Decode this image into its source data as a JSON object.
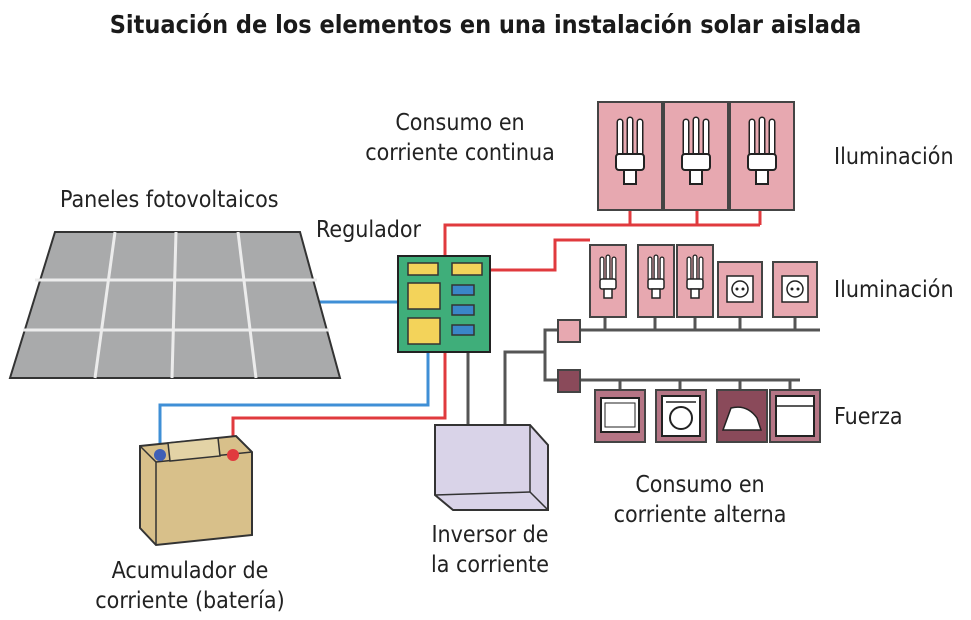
{
  "title": "Situación de los elementos en una instalación solar aislada",
  "labels": {
    "panels": "Paneles fotovoltaicos",
    "regulator": "Regulador",
    "dc_consumption": [
      "Consumo en",
      "corriente continua"
    ],
    "lighting_dc": "Iluminación",
    "lighting_ac": "Iluminación",
    "power": "Fuerza",
    "ac_consumption": [
      "Consumo en",
      "corriente alterna"
    ],
    "inverter": [
      "Inversor de",
      "la corriente"
    ],
    "battery": [
      "Acumulador de",
      "corriente (batería)"
    ]
  },
  "colors": {
    "dc_wire": "#e03a3e",
    "panel_wire": "#3f8fd6",
    "ac_wire": "#555555",
    "panel_fill": "#a9aaab",
    "regulator_fill": "#3fae7a",
    "regulator_light": "#f3d35a",
    "regulator_blue": "#3a86c8",
    "consumer_pink": "#e7a8b0",
    "consumer_dark": "#7b3b4b",
    "inverter_fill": "#d9d3e8",
    "battery_fill": "#d8c08a"
  },
  "icons": {
    "dc_lamps": [
      "cfl-bulb-icon",
      "cfl-bulb-icon",
      "cfl-bulb-icon"
    ],
    "ac_lighting": [
      "cfl-bulb-icon",
      "cfl-bulb-icon",
      "cfl-bulb-icon",
      "socket-icon",
      "socket-icon"
    ],
    "ac_power": [
      "microwave-icon",
      "washing-machine-icon",
      "iron-icon",
      "dishwasher-icon"
    ]
  }
}
